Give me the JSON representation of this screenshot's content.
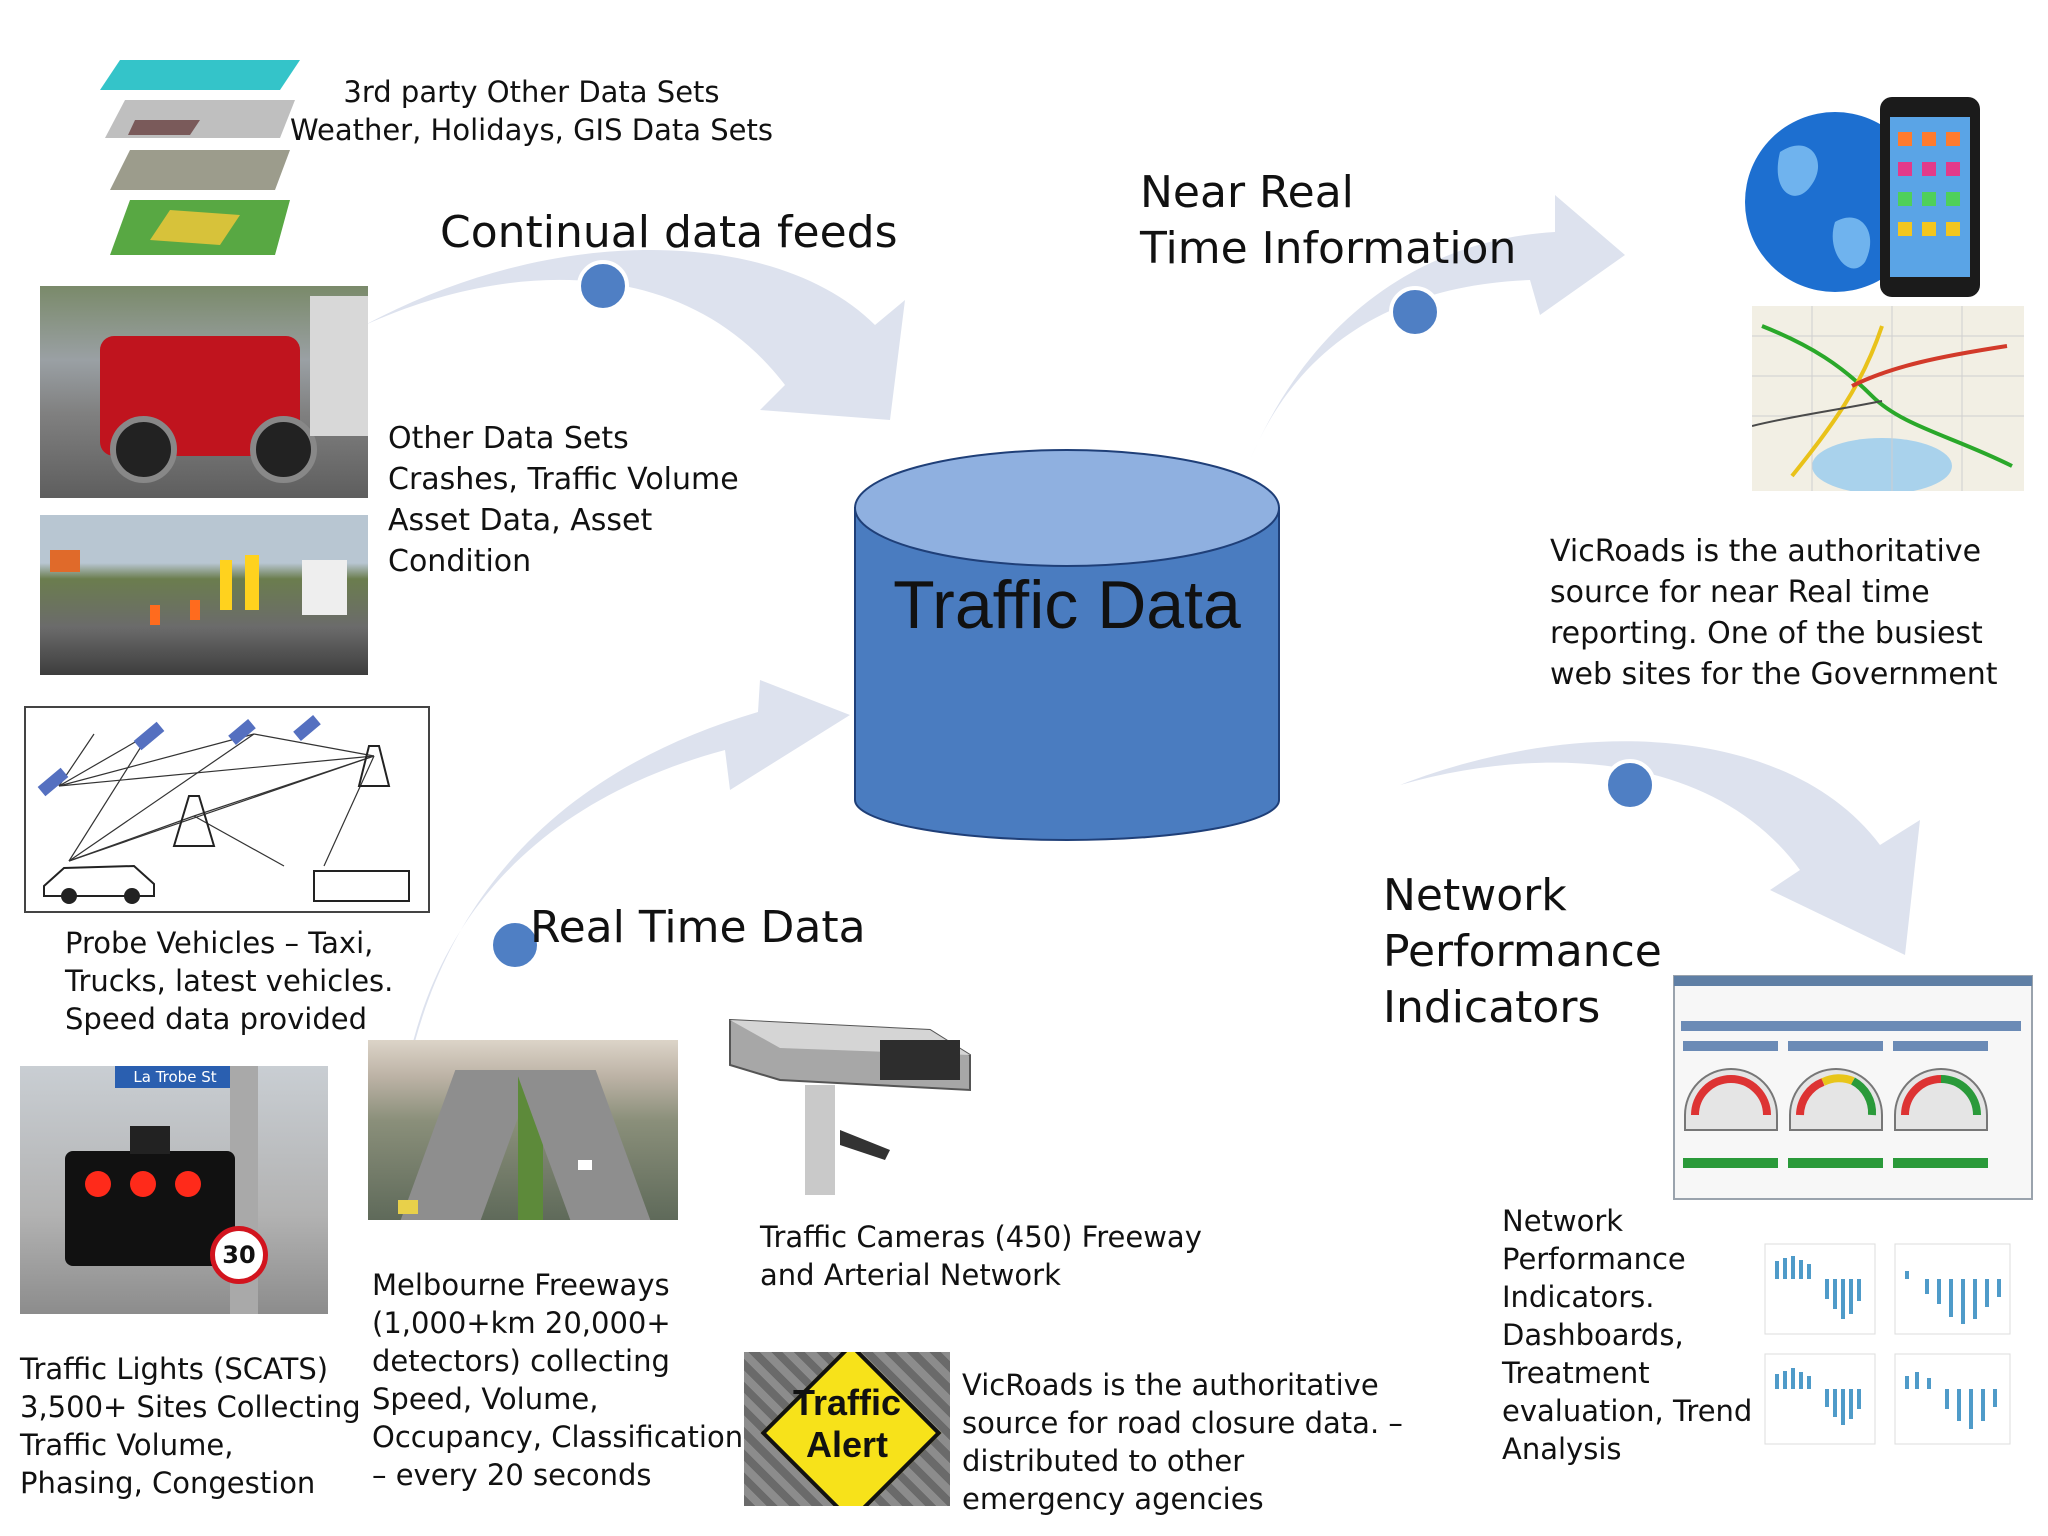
{
  "palette": {
    "arrow": "#dde2ee",
    "node": "#4f7fc4",
    "db_fill": "#4a7cc0",
    "db_top": "#8fb0e0",
    "db_stroke": "#1f3f78"
  },
  "database": {
    "label": "Traffic Data"
  },
  "flows": {
    "continual": "Continual data feeds",
    "near_real_time": "Near Real\nTime Information",
    "real_time": "Real Time Data",
    "network_perf": "Network\nPerformance\nIndicators"
  },
  "captions": {
    "third_party": "3rd party Other Data Sets\nWeather, Holidays, GIS Data Sets",
    "other_data": "Other Data Sets\nCrashes, Traffic Volume\nAsset Data, Asset\nCondition",
    "vicroads_web": "VicRoads is the authoritative\nsource for near Real time\nreporting. One of the busiest\nweb sites for the Government",
    "probe": "Probe Vehicles – Taxi,\nTrucks, latest vehicles.\nSpeed data provided",
    "traffic_lights": "Traffic Lights (SCATS)\n3,500+ Sites Collecting\nTraffic Volume,\nPhasing, Congestion",
    "freeways": "Melbourne Freeways\n(1,000+km 20,000+\ndetectors) collecting\nSpeed, Volume,\nOccupancy, Classification\n– every 20 seconds",
    "cameras": "Traffic Cameras  (450) Freeway\nand Arterial Network",
    "road_closure": "VicRoads is the authoritative\nsource for road closure data. –\ndistributed to other\nemergency agencies",
    "npi": "Network\nPerformance\nIndicators.\nDashboards,\nTreatment\nevaluation, Trend\nAnalysis"
  },
  "images": {
    "street_sign": "La Trobe St",
    "speed_sign": "30",
    "alert_sign": "Traffic\nAlert"
  }
}
